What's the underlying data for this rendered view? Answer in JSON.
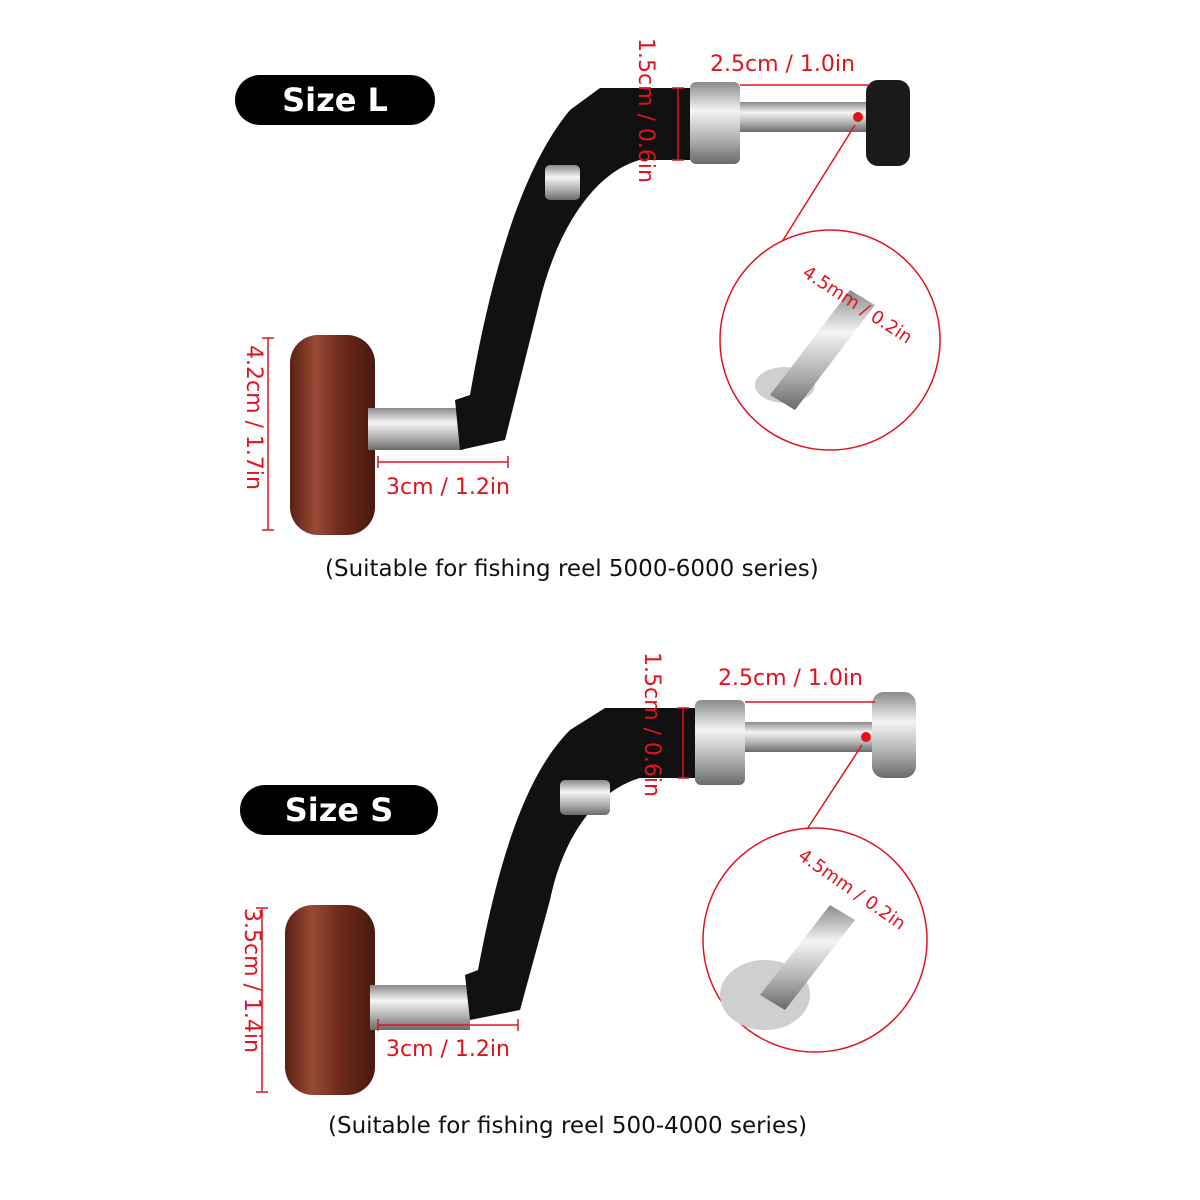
{
  "size_l": {
    "label": "Size L",
    "arm_height": "1.5cm / 0.6in",
    "shaft_length": "2.5cm / 1.0in",
    "square_hole": "4.5mm / 0.2in",
    "knob_height": "4.2cm / 1.7in",
    "knob_shaft": "3cm / 1.2in",
    "caption": "(Suitable for fishing reel 5000-6000 series)"
  },
  "size_s": {
    "label": "Size S",
    "arm_height": "1.5cm / 0.6in",
    "shaft_length": "2.5cm / 1.0in",
    "square_hole": "4.5mm / 0.2in",
    "knob_height": "3.5cm / 1.4in",
    "knob_shaft": "3cm / 1.2in",
    "caption": "(Suitable for fishing reel 500-4000 series)"
  },
  "colors": {
    "accent": "#e0131d",
    "pill": "#000000"
  }
}
